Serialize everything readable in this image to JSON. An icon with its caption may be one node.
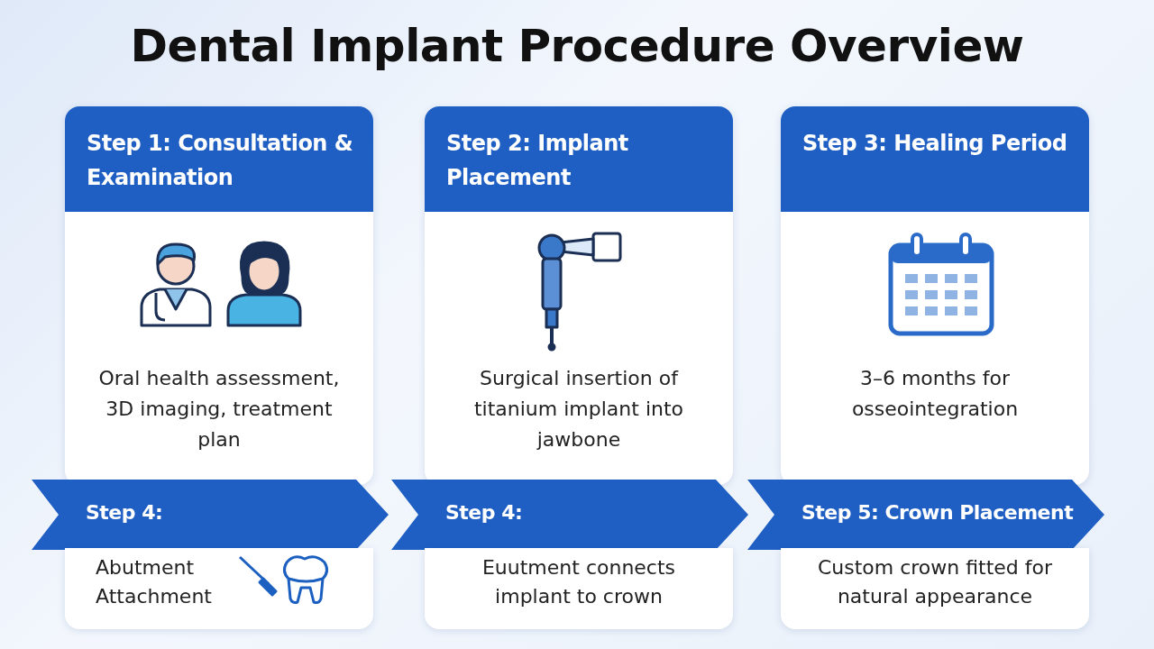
{
  "diagram": {
    "title": "Dental Implant Procedure Overview",
    "nodes": [
      {
        "text": [
          "Step 1: Consultation & Examination",
          "Oral health assessment, 3D imaging, treatment plan"
        ]
      },
      {
        "text": [
          "Step 2: Implant Placement",
          "Surgical insertion of titanium implant into jawbone"
        ]
      },
      {
        "text": [
          "Step 3: Healing Period",
          "3–6 months for osseointegration"
        ]
      },
      {
        "text": [
          "Step 4:"
        ]
      },
      {
        "text": [
          "Step 4:"
        ]
      },
      {
        "text": [
          "Step 5: Crown Placement"
        ]
      },
      {
        "text": [
          "Abutment Attachment"
        ]
      },
      {
        "text": [
          "Euutment connects implant to crown"
        ]
      },
      {
        "text": [
          "Custom crown fitted for natural appearance"
        ]
      }
    ]
  }
}
